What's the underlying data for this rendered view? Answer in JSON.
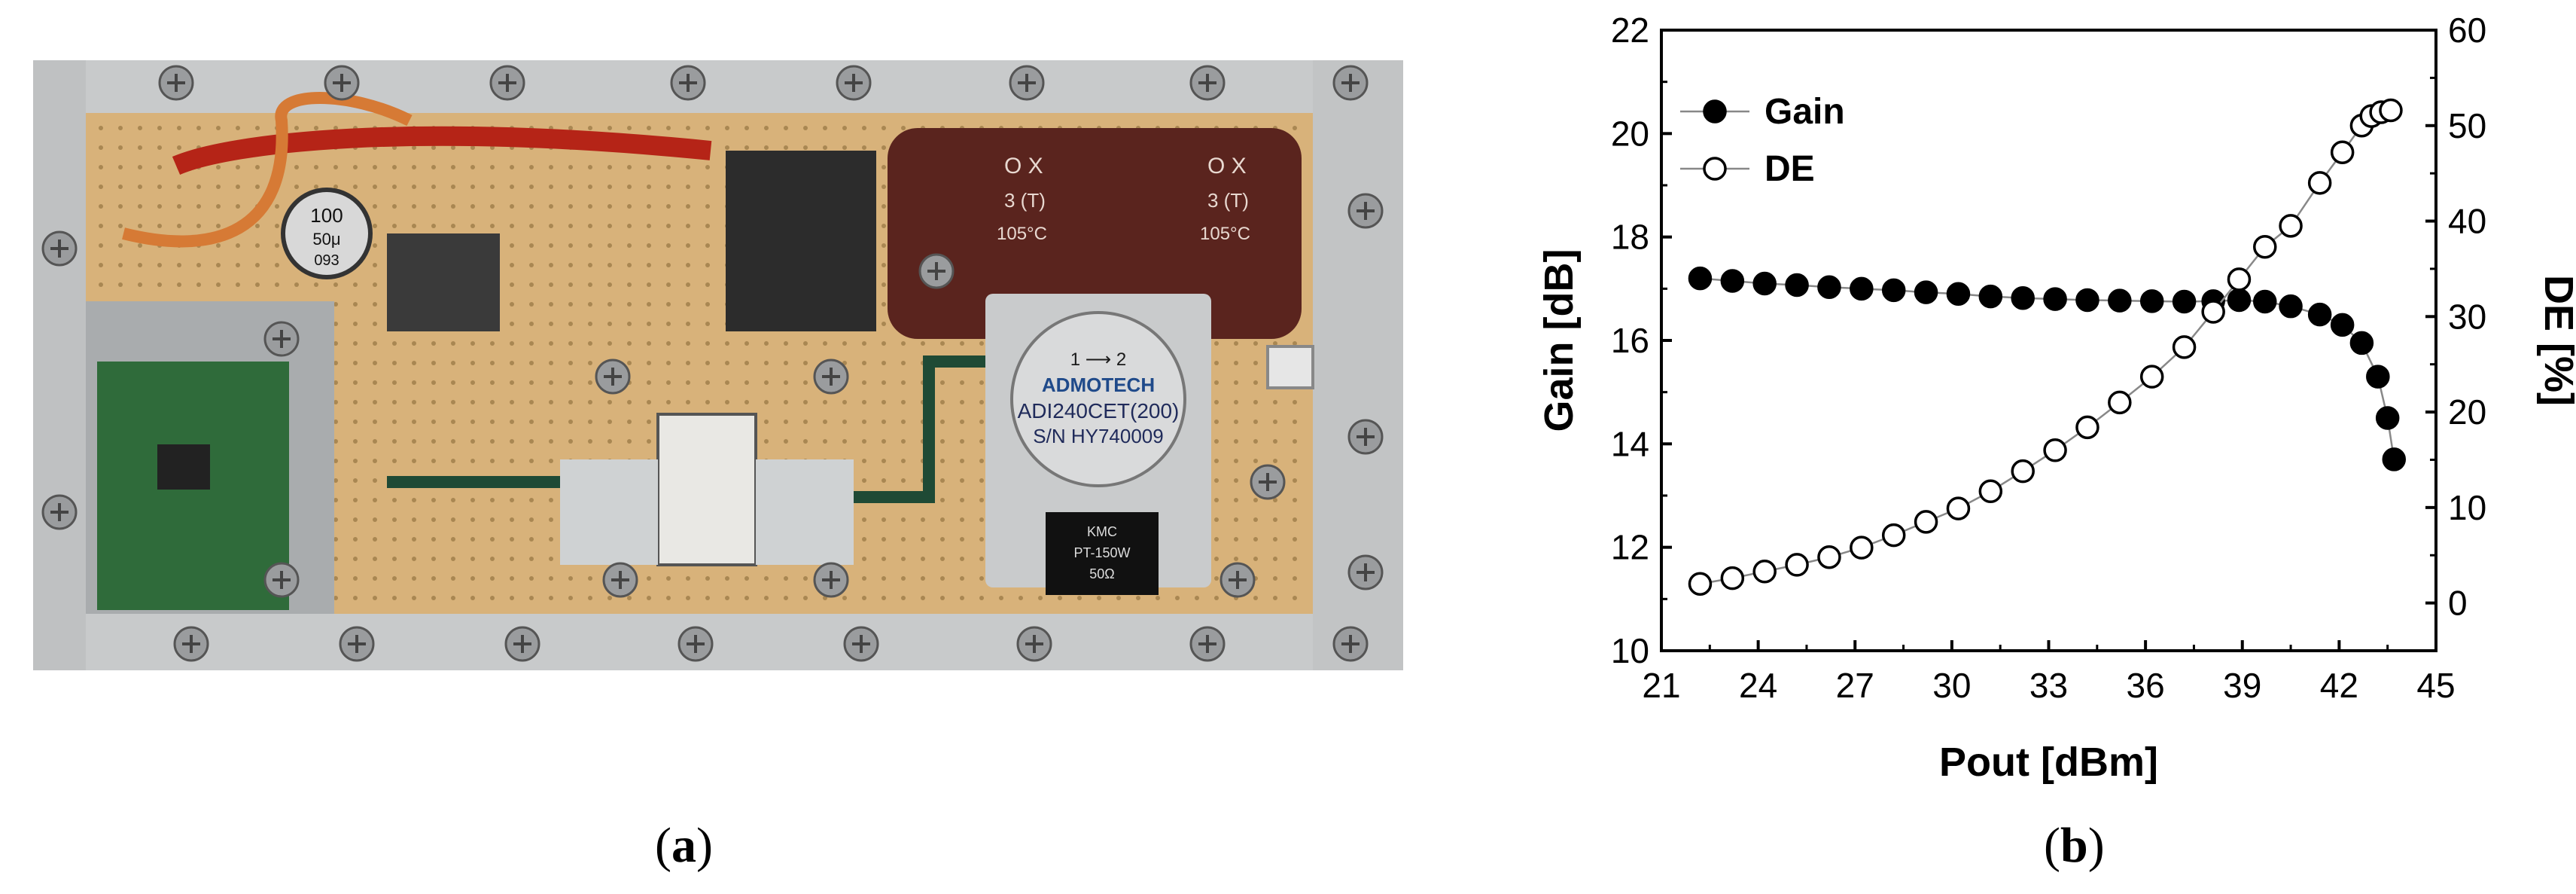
{
  "captions": {
    "a": "a",
    "b": "b"
  },
  "photo": {
    "isolator_brand": "ADMOTECH",
    "isolator_model": "ADI240CET(200)",
    "isolator_serial": "S/N  HY740009",
    "isolator_ports": "1 ⟶ 2",
    "termination_brand": "KMC",
    "termination_model": "PT-150W",
    "termination_ohm": "50Ω",
    "capacitor_mark": "O X",
    "capacitor_rating": "3 (T)",
    "capacitor_temp": "105°C",
    "inductor_value": "100",
    "inductor_code": "093",
    "inductor_extra": "50μ"
  },
  "colors": {
    "series": "#000000",
    "connector_line": "#888888"
  },
  "chart_data": {
    "type": "scatter",
    "title": "",
    "xlabel": "Pout [dBm]",
    "ylabel": "Gain [dB]",
    "y2label": "DE [%]",
    "xlim": [
      21,
      45
    ],
    "ylim": [
      10,
      22
    ],
    "y2lim": [
      -5,
      60
    ],
    "xticks": [
      "21",
      "24",
      "27",
      "30",
      "33",
      "36",
      "39",
      "42",
      "45"
    ],
    "yticks": [
      "10",
      "12",
      "14",
      "16",
      "18",
      "20",
      "22"
    ],
    "y2ticks": [
      "0",
      "10",
      "20",
      "30",
      "40",
      "50",
      "60"
    ],
    "legend_position": "top-left",
    "series": [
      {
        "name": "Gain",
        "axis": "left",
        "marker": "filled-circle",
        "x": [
          22.2,
          23.2,
          24.2,
          25.2,
          26.2,
          27.2,
          28.2,
          29.2,
          30.2,
          31.2,
          32.2,
          33.2,
          34.2,
          35.2,
          36.2,
          37.2,
          38.1,
          38.9,
          39.7,
          40.5,
          41.4,
          42.1,
          42.7,
          43.2,
          43.5,
          43.7
        ],
        "values": [
          17.2,
          17.15,
          17.1,
          17.07,
          17.03,
          17.0,
          16.97,
          16.93,
          16.9,
          16.85,
          16.82,
          16.8,
          16.78,
          16.77,
          16.76,
          16.75,
          16.76,
          16.78,
          16.75,
          16.66,
          16.5,
          16.3,
          15.95,
          15.3,
          14.5,
          13.7
        ]
      },
      {
        "name": "DE",
        "axis": "right",
        "marker": "open-circle",
        "x": [
          22.2,
          23.2,
          24.2,
          25.2,
          26.2,
          27.2,
          28.2,
          29.2,
          30.2,
          31.2,
          32.2,
          33.2,
          34.2,
          35.2,
          36.2,
          37.2,
          38.1,
          38.9,
          39.7,
          40.5,
          41.4,
          42.1,
          42.7,
          43.0,
          43.3,
          43.6
        ],
        "values": [
          2.0,
          2.6,
          3.3,
          4.0,
          4.8,
          5.8,
          7.1,
          8.5,
          9.9,
          11.7,
          13.8,
          16.0,
          18.4,
          21.0,
          23.7,
          26.8,
          30.5,
          33.9,
          37.3,
          39.5,
          44.0,
          47.2,
          50.0,
          51.0,
          51.4,
          51.6
        ]
      }
    ]
  }
}
